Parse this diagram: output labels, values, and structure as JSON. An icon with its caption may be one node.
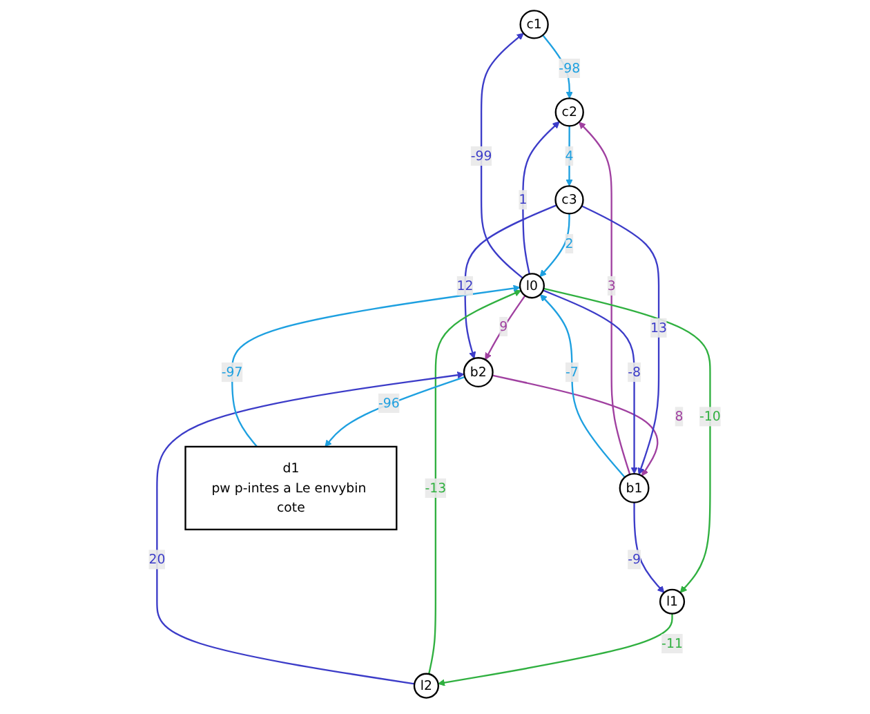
{
  "diagram": {
    "nodes": [
      {
        "text": [
          "c1"
        ]
      },
      {
        "text": [
          "c2"
        ]
      },
      {
        "text": [
          "b1"
        ]
      },
      {
        "text": [
          "c3"
        ]
      },
      {
        "text": [
          "b2"
        ]
      },
      {
        "text": [
          "l0"
        ]
      },
      {
        "text": [
          "l2"
        ]
      },
      {
        "text": [
          "l1"
        ]
      },
      {
        "text": [
          "d1",
          "pw p-intes a Le envybin cote"
        ]
      }
    ],
    "edges": [
      {
        "from": 0,
        "to": 1,
        "arrow": "to",
        "label": "-98",
        "color": "#1ea0e0"
      },
      {
        "from": 1,
        "to": 3,
        "arrow": "to",
        "label": "4",
        "color": "#1ea0e0"
      },
      {
        "from": 3,
        "to": 5,
        "arrow": "to",
        "label": "2",
        "color": "#1ea0e0"
      },
      {
        "from": 2,
        "to": 1,
        "arrow": "to",
        "label": "3",
        "color": "#a040a0"
      },
      {
        "from": 4,
        "to": 2,
        "arrow": "to",
        "label": "8",
        "color": "#a040a0"
      },
      {
        "from": 5,
        "to": 4,
        "arrow": "to",
        "label": "9",
        "color": "#a040a0"
      },
      {
        "from": 3,
        "to": 2,
        "arrow": "to",
        "label": "13"
      },
      {
        "from": 3,
        "to": 4,
        "arrow": "to",
        "label": "12"
      },
      {
        "from": 2,
        "to": 5,
        "arrow": "to",
        "label": "-7",
        "color": "#1ea0e0"
      },
      {
        "from": 6,
        "to": 5,
        "arrow": "to",
        "label": "-13",
        "color": "#30b040"
      },
      {
        "from": 5,
        "to": 7,
        "arrow": "to",
        "label": "-10",
        "color": "#30b040"
      },
      {
        "from": 7,
        "to": 6,
        "arrow": "to",
        "label": "-11",
        "color": "#30b040"
      },
      {
        "from": 6,
        "to": 4,
        "arrow": "to",
        "label": "20"
      },
      {
        "from": 5,
        "to": 1,
        "arrow": "to",
        "label": "1"
      },
      {
        "from": 5,
        "to": 0,
        "arrow": "to",
        "label": "-99"
      },
      {
        "from": 2,
        "to": 7,
        "arrow": "to",
        "label": "-9"
      },
      {
        "from": 5,
        "to": 2,
        "arrow": "to",
        "label": "-8"
      },
      {
        "from": 4,
        "to": 8,
        "arrow": "to",
        "label": "-96",
        "color": "#1ea0e0"
      },
      {
        "from": 8,
        "to": 5,
        "arrow": "to",
        "label": "-97",
        "color": "#1ea0e0"
      }
    ]
  }
}
